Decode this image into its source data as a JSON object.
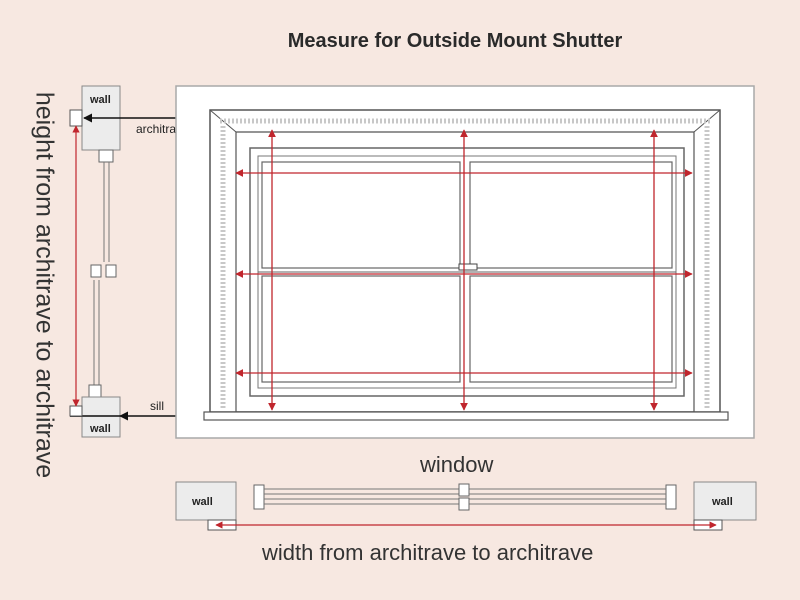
{
  "title": "Measure for Outside Mount Shutter",
  "labels": {
    "wall": "wall",
    "architrave": "architrave",
    "sill": "sill",
    "window": "window",
    "height_caption": "height from architrave to architrave",
    "width_caption": "width from architrave to architrave"
  },
  "colors": {
    "background": "#f7e8e1",
    "measure_arrow": "#c0262d",
    "dimension_arrow": "#111111",
    "frame_line": "#666666",
    "wall_fill": "#ececec"
  }
}
